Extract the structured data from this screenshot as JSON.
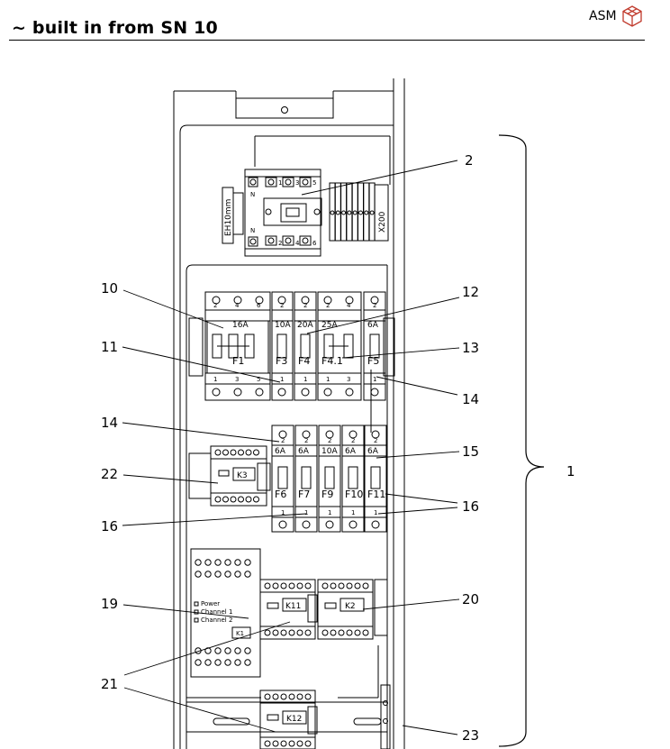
{
  "header": {
    "title": "~ built in from SN 10",
    "logo_text": "ASM"
  },
  "diagram": {
    "callouts": [
      "1",
      "2",
      "10",
      "11",
      "12",
      "13",
      "14",
      "14",
      "15",
      "16",
      "16",
      "19",
      "20",
      "21",
      "22",
      "23"
    ],
    "main_switch": {
      "left_label": "EH10mm",
      "right_label": "X200",
      "terminals_top": [
        "1",
        "3",
        "5"
      ],
      "terminals_bottom": [
        "2",
        "4",
        "6"
      ],
      "side_top": "N",
      "side_bottom": "N"
    },
    "fuse_row_1": {
      "group_F1": {
        "rating": "16A",
        "name": "F1",
        "top": [
          "2",
          "4",
          "6"
        ],
        "bottom": [
          "1",
          "3",
          "5"
        ]
      },
      "F3": {
        "rating": "10A",
        "name": "F3",
        "top": "2",
        "bottom": "1"
      },
      "F4": {
        "rating": "20A",
        "name": "F4",
        "top": "2",
        "bottom": "1"
      },
      "group_F41": {
        "rating": "25A",
        "name": "F4.1",
        "top": [
          "2",
          "4"
        ],
        "bottom": [
          "1",
          "3"
        ]
      },
      "F5": {
        "rating": "6A",
        "name": "F5",
        "top": "2",
        "bottom": "1"
      }
    },
    "fuse_row_2": [
      {
        "rating": "6A",
        "name": "F6"
      },
      {
        "rating": "6A",
        "name": "F7"
      },
      {
        "rating": "10A",
        "name": "F9"
      },
      {
        "rating": "6A",
        "name": "F10"
      },
      {
        "rating": "6A",
        "name": "F11"
      }
    ],
    "fuse_row_2_top": "2",
    "fuse_row_2_bottom": "1",
    "relays": {
      "K3": "K3",
      "K1": "K1",
      "K11": "K11",
      "K2": "K2",
      "K12": "K12"
    },
    "k1_text": [
      "Power",
      "Channel 1",
      "Channel 2"
    ]
  }
}
